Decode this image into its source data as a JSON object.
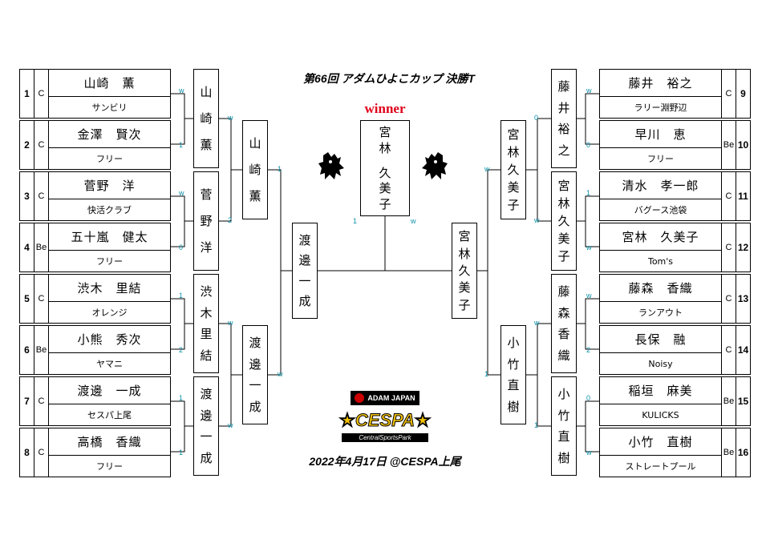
{
  "title": "第66回 アダムひよこカップ 決勝T",
  "winner_label": "winner",
  "date_venue": "2022年4月17日 @CESPA上尾",
  "logos": {
    "adam": "ADAM JAPAN",
    "cespa": "CESPA",
    "cespa_sub": "CentralSportsPark",
    "star_glyph": "★"
  },
  "left_players": [
    {
      "seed": "1",
      "class": "C",
      "name": "山崎　薫",
      "team": "サンビリ"
    },
    {
      "seed": "2",
      "class": "C",
      "name": "金澤　賢次",
      "team": "フリー"
    },
    {
      "seed": "3",
      "class": "C",
      "name": "菅野　洋",
      "team": "快活クラブ"
    },
    {
      "seed": "4",
      "class": "Be",
      "name": "五十嵐　健太",
      "team": "フリー"
    },
    {
      "seed": "5",
      "class": "C",
      "name": "渋木　里結",
      "team": "オレンジ"
    },
    {
      "seed": "6",
      "class": "Be",
      "name": "小熊　秀次",
      "team": "ヤマニ"
    },
    {
      "seed": "7",
      "class": "C",
      "name": "渡邊　一成",
      "team": "セスパ上尾"
    },
    {
      "seed": "8",
      "class": "C",
      "name": "高橋　香織",
      "team": "フリー"
    }
  ],
  "right_players": [
    {
      "seed": "9",
      "class": "C",
      "name": "藤井　裕之",
      "team": "ラリー淵野辺"
    },
    {
      "seed": "10",
      "class": "Be",
      "name": "早川　恵",
      "team": "フリー"
    },
    {
      "seed": "11",
      "class": "C",
      "name": "清水　孝一郎",
      "team": "バグース池袋"
    },
    {
      "seed": "12",
      "class": "C",
      "name": "宮林　久美子",
      "team": "Tom's"
    },
    {
      "seed": "13",
      "class": "C",
      "name": "藤森　香織",
      "team": "ランアウト"
    },
    {
      "seed": "14",
      "class": "C",
      "name": "長保　融",
      "team": "Noisy"
    },
    {
      "seed": "15",
      "class": "Be",
      "name": "稲垣　麻美",
      "team": "KULICKS"
    },
    {
      "seed": "16",
      "class": "Be",
      "name": "小竹　直樹",
      "team": "ストレートプール"
    }
  ],
  "rounds": {
    "left_r1": [
      {
        "chars": [
          "山",
          "崎",
          "薫"
        ]
      },
      {
        "chars": [
          "菅",
          "野",
          "洋"
        ]
      },
      {
        "chars": [
          "渋",
          "木",
          "里",
          "結"
        ]
      },
      {
        "chars": [
          "渡",
          "邊",
          "一",
          "成"
        ]
      }
    ],
    "left_r2": [
      {
        "chars": [
          "山",
          "崎",
          "薫"
        ]
      },
      {
        "chars": [
          "渡",
          "邊",
          "一",
          "成"
        ]
      }
    ],
    "left_final": {
      "chars": [
        "渡",
        "邊",
        "一",
        "成"
      ]
    },
    "right_r1": [
      {
        "chars": [
          "藤",
          "井",
          "裕",
          "之"
        ]
      },
      {
        "chars": [
          "宮",
          "林",
          "久",
          "美",
          "子"
        ]
      },
      {
        "chars": [
          "藤",
          "森",
          "香",
          "織"
        ]
      },
      {
        "chars": [
          "小",
          "竹",
          "直",
          "樹"
        ]
      }
    ],
    "right_r2": [
      {
        "chars": [
          "宮",
          "林",
          "久",
          "美",
          "子"
        ]
      },
      {
        "chars": [
          "小",
          "竹",
          "直",
          "樹"
        ]
      }
    ],
    "right_final": {
      "chars": [
        "宮",
        "林",
        "久",
        "美",
        "子"
      ]
    },
    "champion": {
      "chars": [
        "宮",
        "林",
        "久",
        "美",
        "子"
      ]
    }
  },
  "scores": {
    "l1": [
      "w",
      "1"
    ],
    "l2": [
      "w",
      "0"
    ],
    "l3": [
      "2",
      "1"
    ],
    "l4": [
      "1",
      "w"
    ],
    "l5": [
      "w",
      "2"
    ],
    "l6": [
      "w",
      "1"
    ],
    "l7": [
      "1",
      "w"
    ],
    "r1": [
      "w",
      "0"
    ],
    "r2": [
      "1",
      "w"
    ],
    "r3": [
      "w",
      "2"
    ],
    "r4": [
      "0",
      "w"
    ],
    "r5": [
      "0",
      "w"
    ],
    "r6": [
      "w",
      "1"
    ],
    "r7": [
      "w"
    ]
  }
}
